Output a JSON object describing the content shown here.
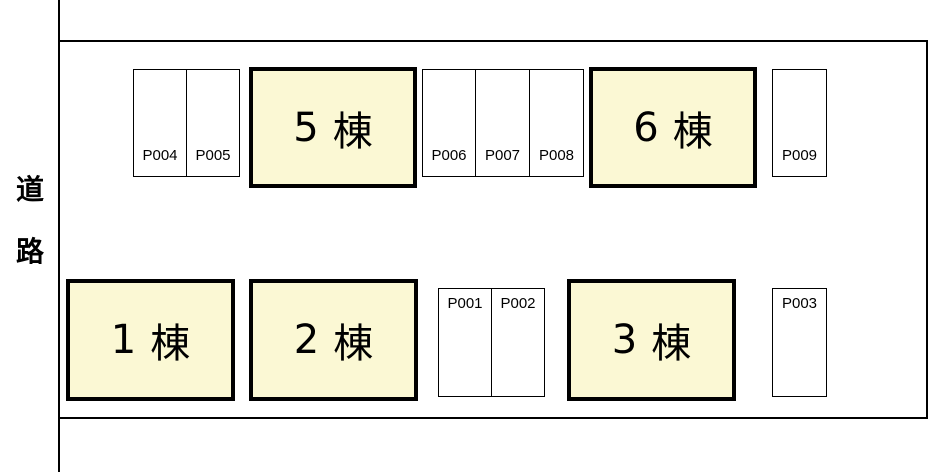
{
  "road": {
    "char1": "道",
    "char2": "路"
  },
  "buildings": {
    "b5": {
      "num": "5",
      "unit": "棟"
    },
    "b6": {
      "num": "6",
      "unit": "棟"
    },
    "b1": {
      "num": "1",
      "unit": "棟"
    },
    "b2": {
      "num": "2",
      "unit": "棟"
    },
    "b3": {
      "num": "3",
      "unit": "棟"
    }
  },
  "parking": {
    "p001": "P001",
    "p002": "P002",
    "p003": "P003",
    "p004": "P004",
    "p005": "P005",
    "p006": "P006",
    "p007": "P007",
    "p008": "P008",
    "p009": "P009"
  },
  "colors": {
    "building_fill": "#fbf8d4",
    "line": "#000000"
  }
}
